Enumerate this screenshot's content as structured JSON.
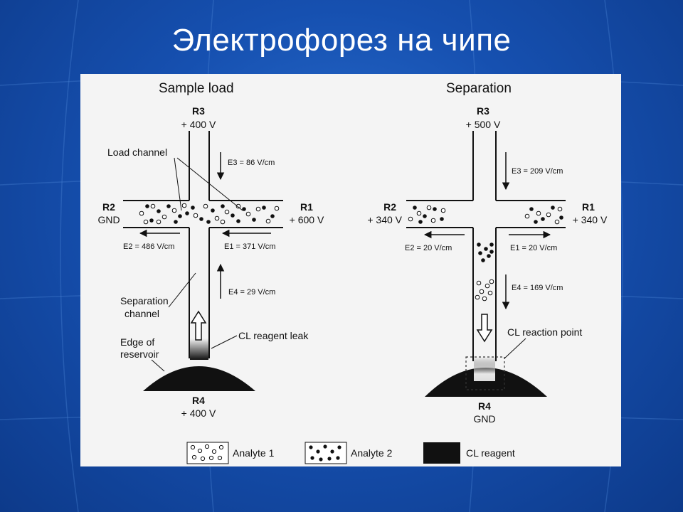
{
  "slide": {
    "title": "Электрофорез на чипе"
  },
  "figure": {
    "left_panel": {
      "heading": "Sample load",
      "r3_name": "R3",
      "r3_voltage": "+ 400 V",
      "e3": "E3 = 86 V/cm",
      "load_channel": "Load channel",
      "r2_name": "R2",
      "r2_voltage": "GND",
      "r1_name": "R1",
      "r1_voltage": "+ 600 V",
      "e2": "E2 = 486 V/cm",
      "e1": "E1 = 371 V/cm",
      "e4": "E4 = 29 V/cm",
      "separation_channel_1": "Separation",
      "separation_channel_2": "channel",
      "edge_1": "Edge of",
      "edge_2": "reservoir",
      "cl_leak": "CL reagent leak",
      "r4_name": "R4",
      "r4_voltage": "+ 400 V"
    },
    "right_panel": {
      "heading": "Separation",
      "r3_name": "R3",
      "r3_voltage": "+ 500 V",
      "e3": "E3 = 209 V/cm",
      "r2_name": "R2",
      "r2_voltage": "+ 340 V",
      "r1_name": "R1",
      "r1_voltage": "+ 340 V",
      "e2": "E2 = 20 V/cm",
      "e1": "E1 = 20 V/cm",
      "e4": "E4 = 169 V/cm",
      "cl_point": "CL reaction point",
      "r4_name": "R4",
      "r4_voltage": "GND"
    },
    "legend": {
      "analyte1": "Analyte 1",
      "analyte2": "Analyte 2",
      "cl_reagent": "CL reagent"
    }
  },
  "colors": {
    "background": "#1650b0",
    "figure_bg": "#f4f4f4",
    "ink": "#111111"
  }
}
